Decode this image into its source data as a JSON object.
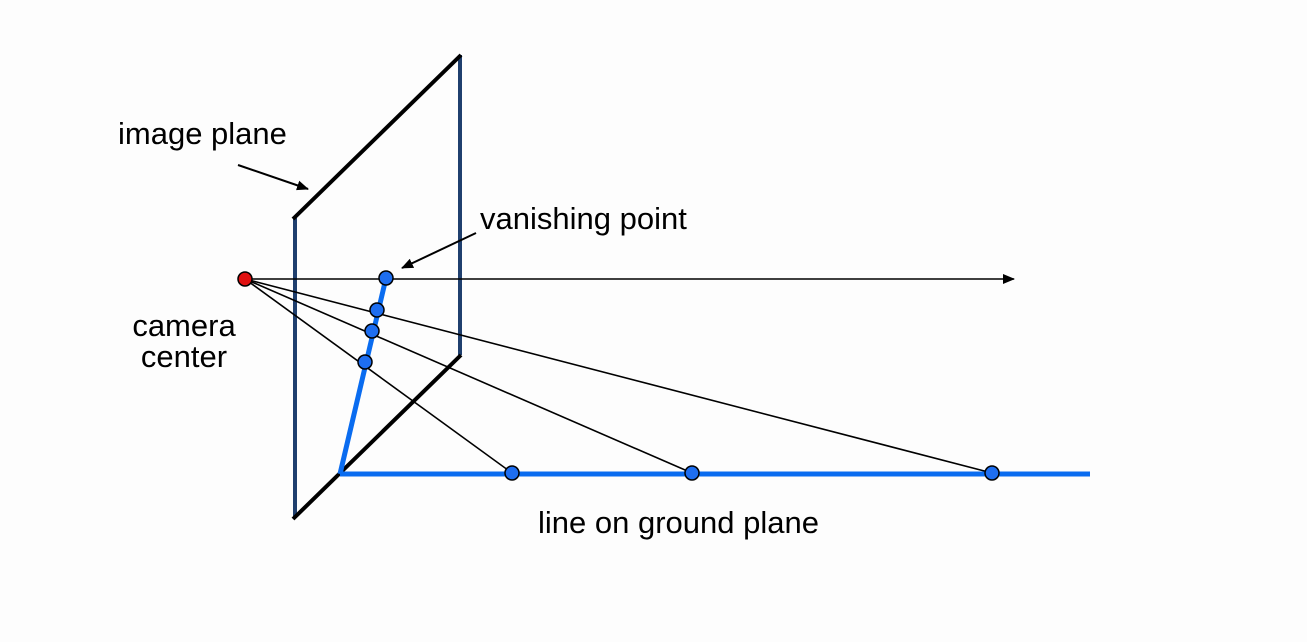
{
  "labels": {
    "image_plane": "image plane",
    "vanishing_point": "vanishing point",
    "camera_center_line1": "camera",
    "camera_center_line2": "center",
    "ground_line": "line on ground plane"
  },
  "colors": {
    "background": "#fdfdfd",
    "plane_edge_dark": "#000000",
    "plane_edge_blue": "#1f3f6e",
    "ray": "#000000",
    "line_blue": "#0a6cf0",
    "point_fill": "#1e6ef0",
    "camera_point": "#e01010"
  }
}
